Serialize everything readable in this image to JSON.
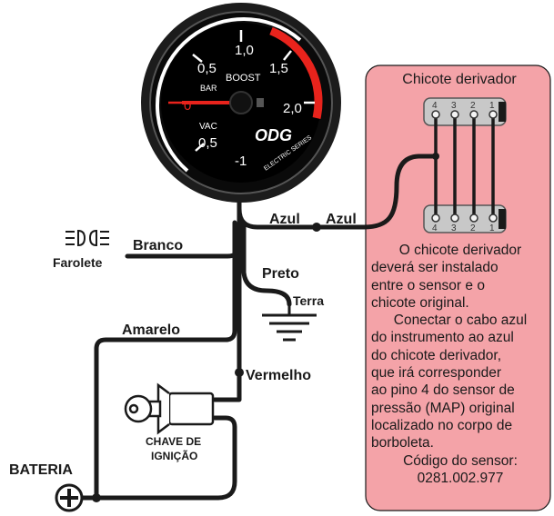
{
  "gauge": {
    "ticks": [
      "0,5",
      "1,0",
      "1,5",
      "2,0",
      "0",
      "0,5",
      "-1"
    ],
    "boost_label": "BOOST",
    "bar_label": "BAR",
    "vac_label": "VAC",
    "brand": "ODG",
    "series": "ELECTRIC SERIES"
  },
  "labels": {
    "azul_left": "Azul",
    "azul_right": "Azul",
    "branco": "Branco",
    "farolete": "Farolete",
    "preto": "Preto",
    "terra": "Terra",
    "amarelo": "Amarelo",
    "vermelho": "Vermelho",
    "bateria": "BATERIA",
    "chave_line1": "CHAVE DE",
    "chave_line2": "IGNIÇÃO"
  },
  "harness": {
    "title": "Chicote derivador",
    "pins": [
      "4",
      "3",
      "2",
      "1"
    ],
    "note": [
      "O chicote derivador",
      "deverá ser instalado",
      "entre o sensor e o",
      "chicote original.",
      "Conectar o cabo azul",
      "do instrumento ao azul",
      "do chicote derivador,",
      "que irá corresponder",
      "ao pino 4 do sensor de",
      "pressão (MAP) original",
      "localizado no corpo de",
      "borboleta.",
      "Código do sensor:",
      "0281.002.977"
    ]
  },
  "colors": {
    "panel": "#f4a3a8",
    "wire": "#1a1a1a",
    "accent_red": "#e8231c"
  }
}
